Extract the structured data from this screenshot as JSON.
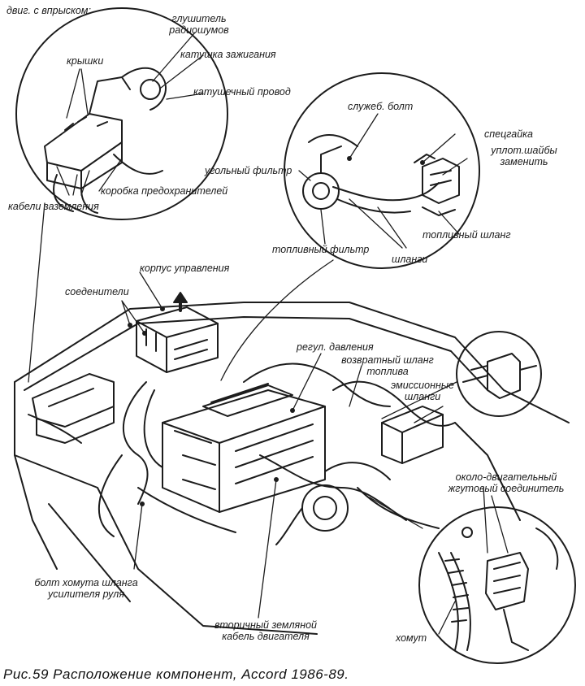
{
  "insets": {
    "injection_engine": "двиг. с впрыском:",
    "silencer": "глушитель\nрадиошумов",
    "ignition_coil": "катушка зажигания",
    "coil_wire": "катушечный провод",
    "covers": "крышки",
    "fuse_box": "коробка предохранителей",
    "ground_cables": "кабели заземления",
    "service_bolt": "служеб. болт",
    "special_nut": "спецгайка",
    "seal_washers": "уплот.шайбы\nзаменить",
    "charcoal_filter": "угольный фильтр",
    "fuel_filter": "топливный фильтр",
    "fuel_hose": "топливный шланг",
    "hoses": "шланги",
    "engine_harness_connector": "около-двигательный\nжгутовый соединитель",
    "clamp": "хомут"
  },
  "labels": {
    "control_box": "корпус управления",
    "connectors": "соеденители",
    "pressure_regulator": "регул. давления",
    "fuel_return_hose": "возвратный шланг\nтоплива",
    "emission_hoses": "эмиссионные\nшланги",
    "ps_hose_clamp_bolt": "болт хомута шланга\nусилителя руля",
    "secondary_ground": "вторичный земляной\nкабель двигателя"
  },
  "caption": "Рис.59  Расположение компонент, Accord 1986-89."
}
